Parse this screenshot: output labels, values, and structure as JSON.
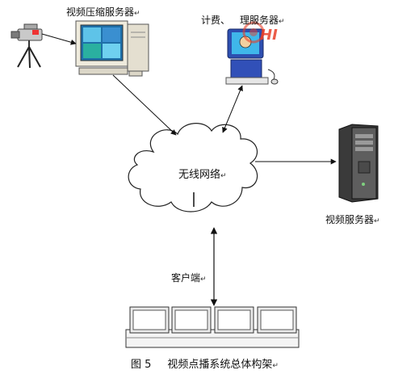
{
  "nodes": {
    "compression_server": "视频压缩服务器",
    "billing_server_prefix": "计费、",
    "billing_server_suffix": "理服务器",
    "network": "无线网络",
    "video_server": "视频服务器",
    "client": "客户端"
  },
  "paragraph_mark": "↵",
  "caption": {
    "figure_number": "图 5",
    "title": "视频点播系统总体构架"
  },
  "watermark_text": "HI",
  "colors": {
    "arrow": "#111111",
    "cloud_stroke": "#222222",
    "monitor_screen": "#2fa3cf",
    "pc_case": "#e9e4d6",
    "server_case": "#5a5a5a",
    "watermark": "#e8402a"
  }
}
